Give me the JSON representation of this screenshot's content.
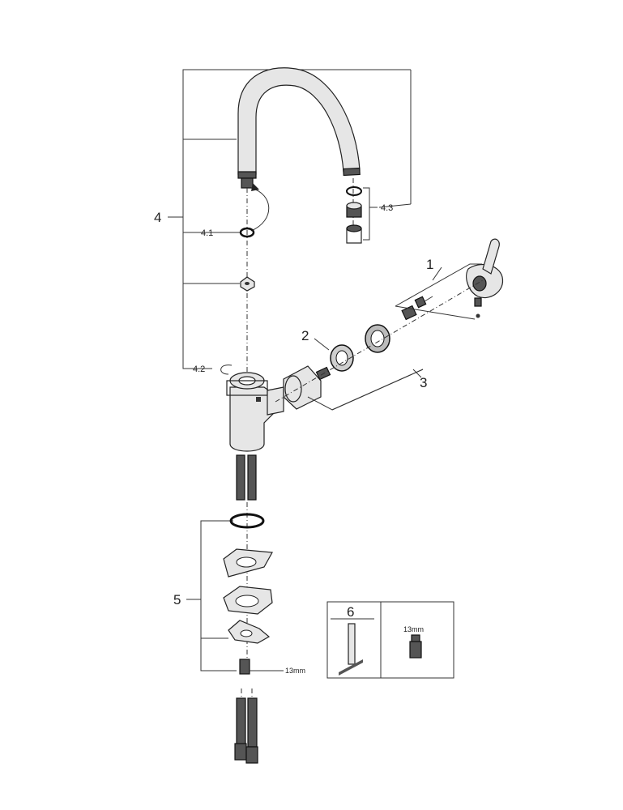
{
  "labels": {
    "item1": "1",
    "item2": "2",
    "item3": "3",
    "item4": "4",
    "item4_1": "4.1",
    "item4_2": "4.2",
    "item4_3": "4.3",
    "item5": "5",
    "item6": "6",
    "size_nut": "13mm",
    "size_box": "13mm"
  },
  "colors": {
    "line": "#333333",
    "part_fill": "#e6e6e6",
    "dark_fill": "#555555"
  }
}
